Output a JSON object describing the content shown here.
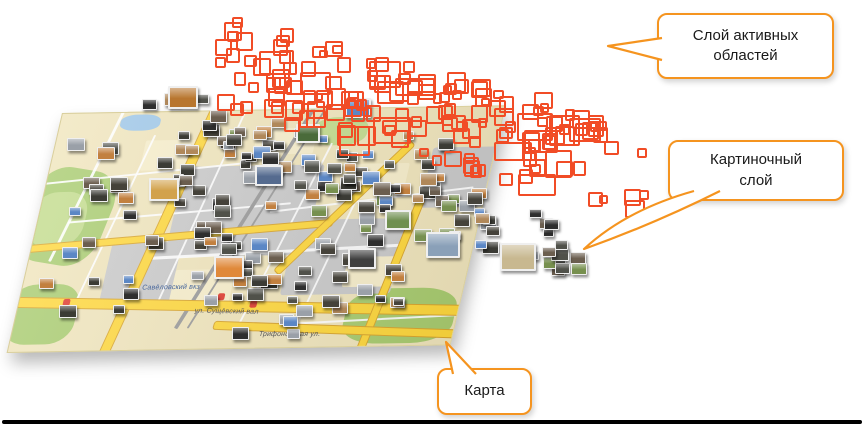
{
  "callouts": {
    "active_layer": {
      "line1": "Слой активных",
      "line2": "областей"
    },
    "picture_layer": {
      "line1": "Картиночный",
      "line2": "слой"
    },
    "map": {
      "label": "Карта"
    }
  },
  "map": {
    "labels": [
      {
        "text": "ул. Сущёвский вал"
      },
      {
        "text": "Трифоновская ул."
      },
      {
        "text": "Савёловский вкз"
      }
    ]
  },
  "colors": {
    "callout_border": "#F5941F",
    "active_area_outline": "#F14C26",
    "map_road": "#FFD83D",
    "map_park": "#A9CC70",
    "map_base": "#F0E5BC",
    "map_gray": "#CACACA"
  },
  "scatter": {
    "active_small_count": 150,
    "active_large_count": 14,
    "thumbs_map_count": 95,
    "thumbs_band_count": 85,
    "thumb_dark_colors": [
      "#3b3b35",
      "#2e2e2e",
      "#50514a",
      "#45423a"
    ],
    "thumb_photo_colors": [
      "#5b87c5",
      "#c2803f",
      "#77904f",
      "#9aa0a8",
      "#6b5e4f",
      "#b0885a"
    ]
  }
}
